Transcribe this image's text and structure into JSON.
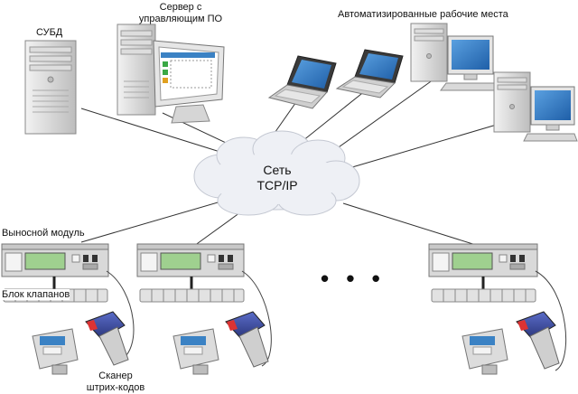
{
  "labels": {
    "dbms": "СУБД",
    "server_line1": "Сервер с",
    "server_line2": "управляющим ПО",
    "workstations": "Автоматизированные рабочие места",
    "network_line1": "Сеть",
    "network_line2": "TCP/IP",
    "remote_module": "Выносной модуль",
    "valve_block": "Блок клапанов",
    "scanner_line1": "Сканер",
    "scanner_line2": "штрих-кодов",
    "ellipsis": "• • •"
  },
  "colors": {
    "cloud_fill": "#eef0f5",
    "cloud_stroke": "#c4c8d2",
    "device_gray": "#d9d9d9",
    "screen_blue": "#3b82c4",
    "scanner_blue": "#3a4ba0",
    "lcd_green": "#9fd08f",
    "line": "#333333"
  }
}
